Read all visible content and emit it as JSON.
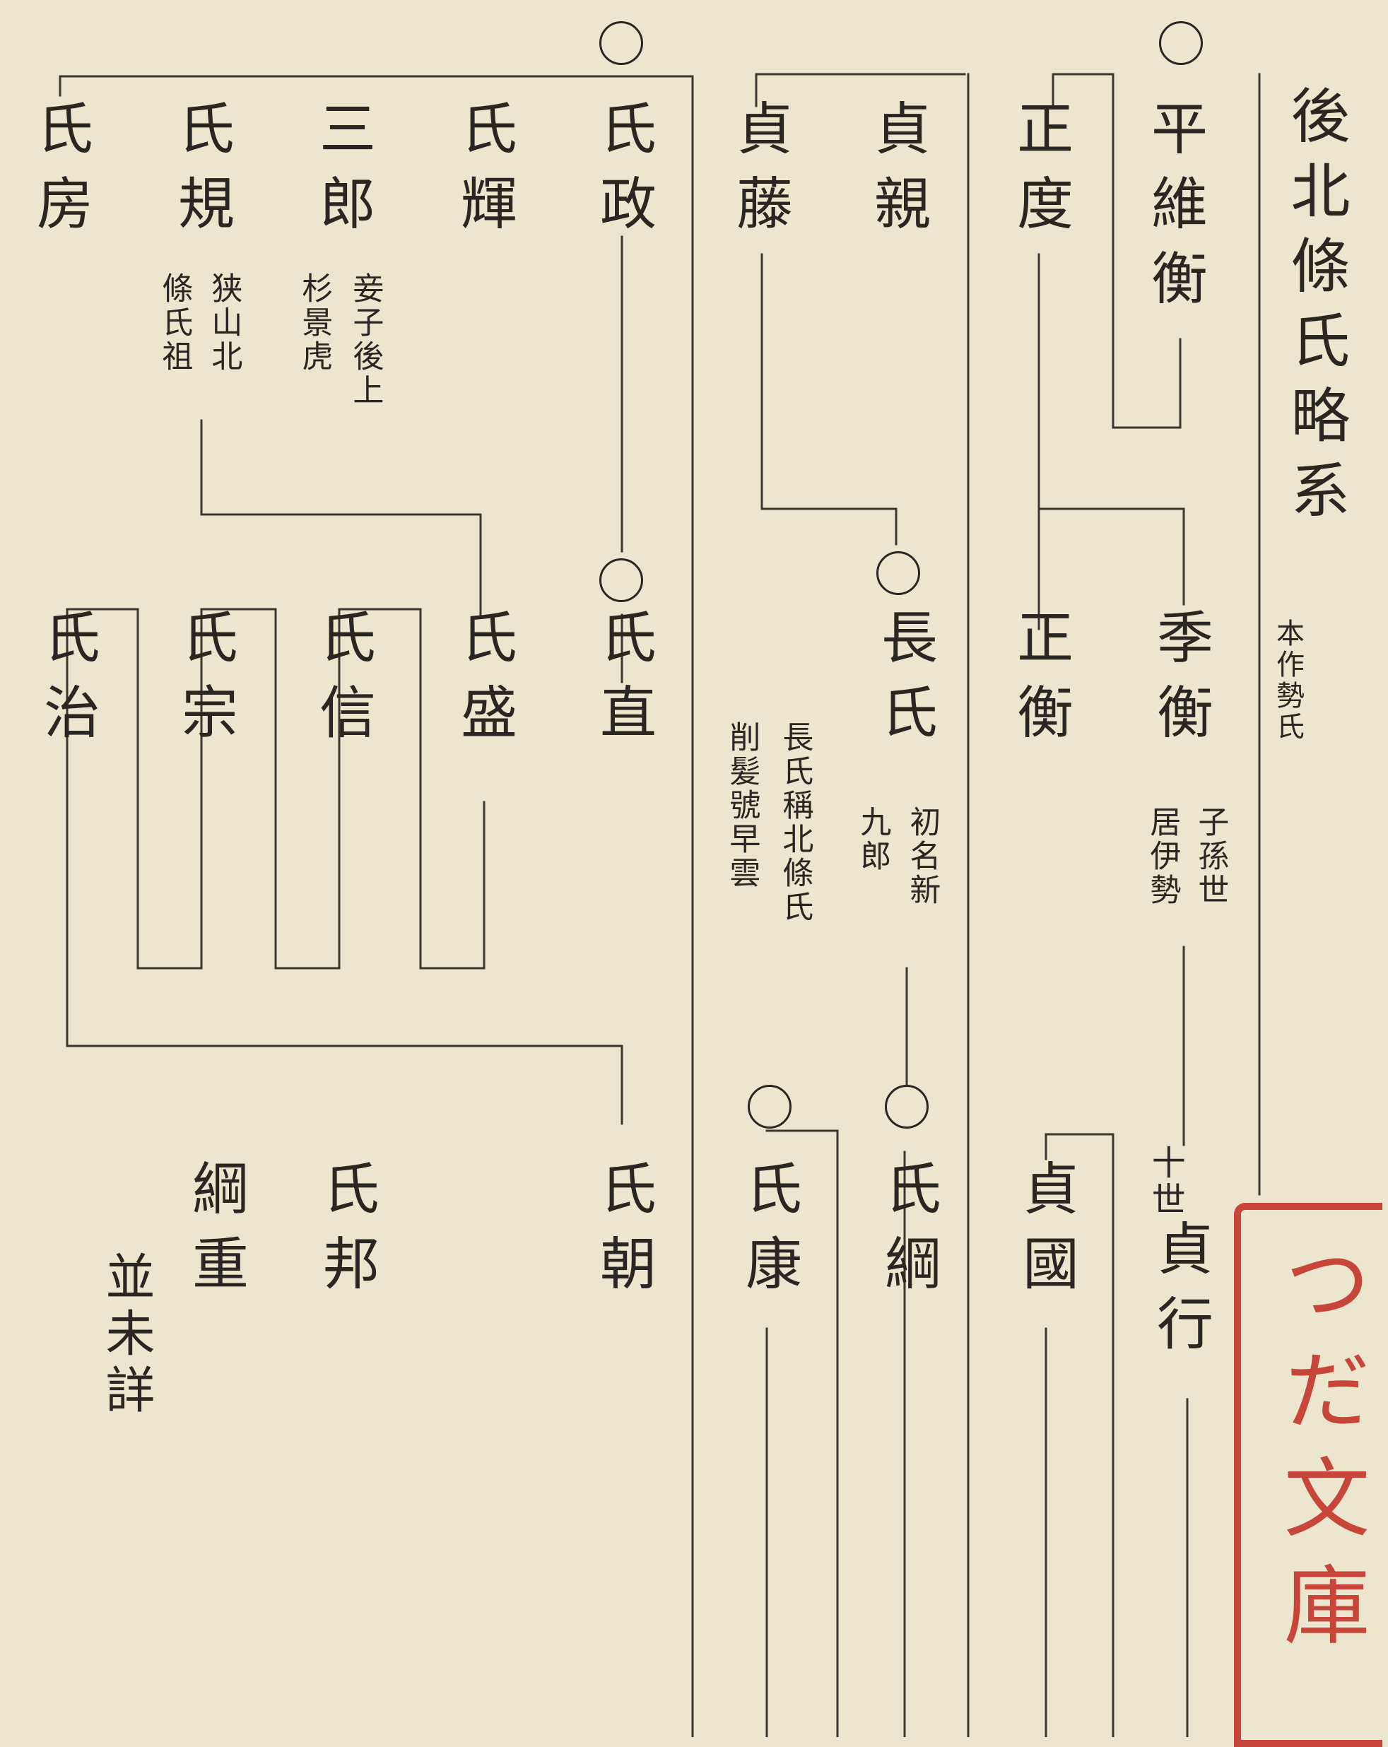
{
  "document": {
    "title": "後北條氏略系",
    "subtitle": "本作勢氏",
    "seal_text": "つだ文庫",
    "colors": {
      "paper": "#ece6cf",
      "ink": "#2a2722",
      "seal": "#c8453a"
    }
  },
  "persons": {
    "taira_koremori": "平維衡",
    "masanori": "正度",
    "sadachika": "貞親",
    "sadafuji": "貞藤",
    "ujimasa": "氏政",
    "ujiteru": "氏輝",
    "saburo": "三郎",
    "ujinori": "氏規",
    "ujifusa": "氏房",
    "suehira": "季衡",
    "masahira": "正衡",
    "nagauji": "長氏",
    "ujinao": "氏直",
    "ujimori": "氏盛",
    "ujinobu": "氏信",
    "ujimune": "氏宗",
    "ujiharu": "氏治",
    "sadayuki": "貞行",
    "sadakuni": "貞國",
    "ujitsuna": "氏綱",
    "ujiyasu": "氏康",
    "ujitomo": "氏朝",
    "ujikuni": "氏邦",
    "tsunashige": "綱重"
  },
  "notes": {
    "saburo_1": "妾子後上",
    "saburo_2": "杉景虎",
    "ujinori_1": "狭山北",
    "ujinori_2": "條氏祖",
    "suehira_1": "子孫世",
    "suehira_2": "居伊勢",
    "nagauji_1": "初名新",
    "nagauji_2": "九郎",
    "nagauji_3": "長氏稱北條氏",
    "nagauji_4": "削髪號早雲",
    "sadayuki": "十世",
    "tsunashige": "並未詳"
  }
}
